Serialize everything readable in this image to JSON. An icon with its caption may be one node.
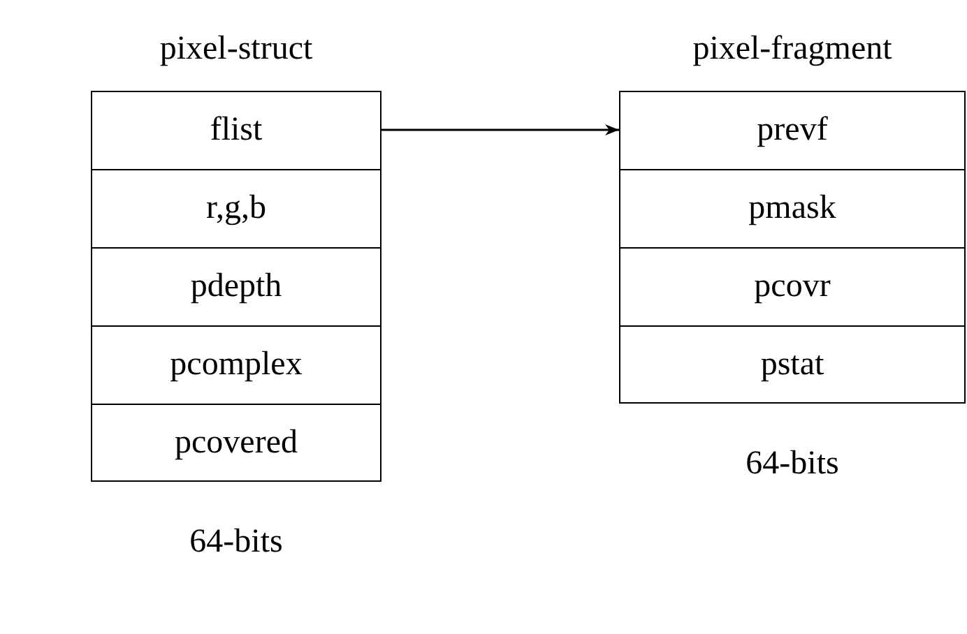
{
  "diagram": {
    "nodes": [
      {
        "text": [
          "pixel-struct"
        ],
        "beside": [
          "64-bits"
        ]
      },
      {
        "text": [
          "flist"
        ],
        "in": 0
      },
      {
        "text": [
          "r,g,b"
        ],
        "in": 0
      },
      {
        "text": [
          "pdepth"
        ],
        "in": 0
      },
      {
        "text": [
          "pcomplex"
        ],
        "in": 0
      },
      {
        "text": [
          "pcovered"
        ],
        "in": 0
      },
      {
        "text": [
          "pixel-fragment"
        ],
        "beside": [
          "64-bits"
        ]
      },
      {
        "text": [
          "prevf"
        ],
        "in": 6
      },
      {
        "text": [
          "pmask"
        ],
        "in": 6
      },
      {
        "text": [
          "pcovr"
        ],
        "in": 6
      },
      {
        "text": [
          "pstat"
        ],
        "in": 6
      }
    ],
    "edges": [
      {
        "from": 1,
        "to": 7,
        "arrow": "to"
      }
    ]
  }
}
